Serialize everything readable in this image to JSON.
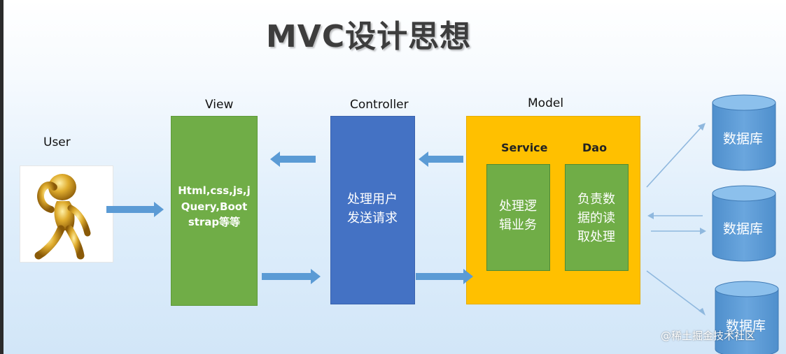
{
  "title": "MVC设计思想",
  "labels": {
    "user": "User",
    "view": "View",
    "controller": "Controller",
    "model": "Model",
    "service": "Service",
    "dao": "Dao"
  },
  "view_text": [
    "Html,css,js,j",
    "Query,Boot",
    "strap等等"
  ],
  "controller_text": [
    "处理用户",
    "发送请求"
  ],
  "service_text": [
    "处理逻",
    "辑业务"
  ],
  "dao_text": [
    "负责数",
    "据的读",
    "取处理"
  ],
  "databases": [
    "数据库",
    "数据库",
    "数据库"
  ],
  "watermark": "@稀土掘金技术社区",
  "colors": {
    "view": "#70ad47",
    "controller": "#4472c4",
    "model": "#ffc000",
    "arrow": "#5b9bd5",
    "database": "#5b9bd5"
  }
}
